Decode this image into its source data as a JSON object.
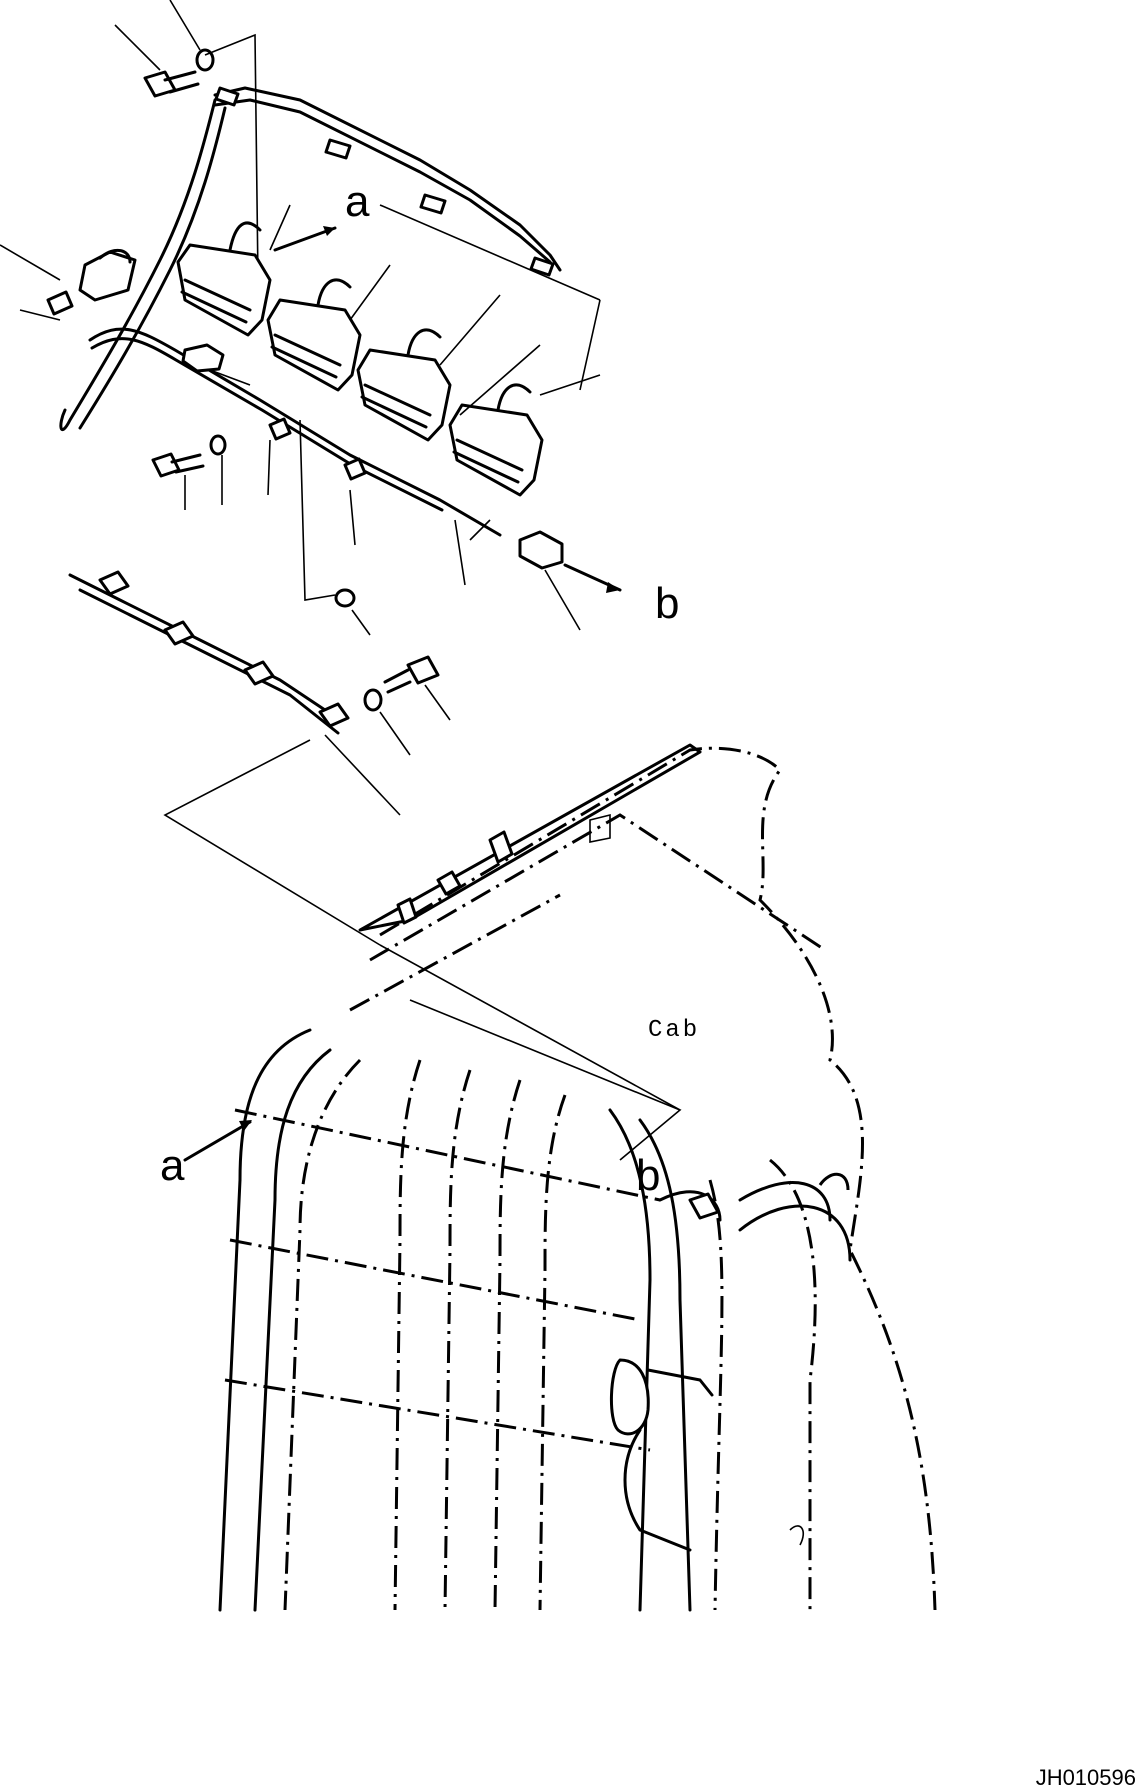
{
  "labels": {
    "arrow_a_top": "a",
    "arrow_a_bottom": "a",
    "arrow_b_right": "b",
    "arrow_b_bottom": "b",
    "cab": "Cab",
    "drawing_ref": "JH010596"
  }
}
